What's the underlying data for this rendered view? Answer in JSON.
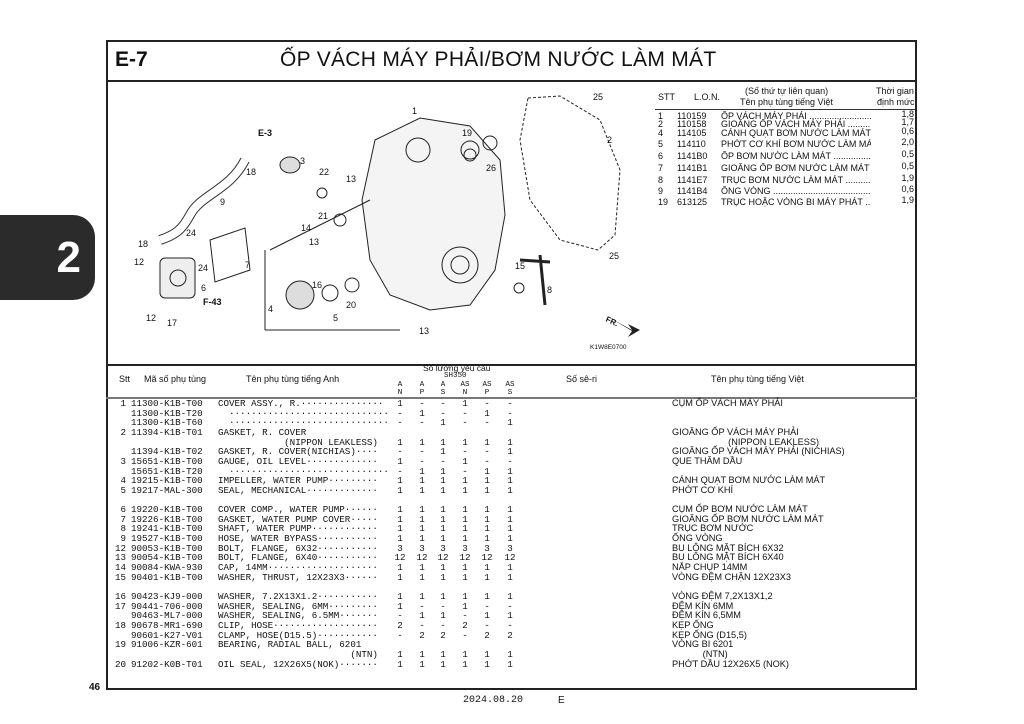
{
  "page": {
    "section_tab": "2",
    "page_number": "46",
    "footer_date": "2024.08.20",
    "footer_code": "E"
  },
  "header": {
    "code": "E-7",
    "title": "ỐP VÁCH MÁY PHẢI/BƠM NƯỚC LÀM MÁT"
  },
  "diagram": {
    "callouts": [
      "1",
      "19",
      "26",
      "25",
      "2",
      "25",
      "E-3",
      "18",
      "3",
      "22",
      "13",
      "9",
      "21",
      "14",
      "13",
      "24",
      "18",
      "24",
      "7",
      "12",
      "6",
      "F-43",
      "12",
      "17",
      "16",
      "5",
      "20",
      "4",
      "15",
      "8",
      "13",
      "FR."
    ],
    "ref_code": "K1W8E0700"
  },
  "labor_table": {
    "headers": {
      "stt": "STT",
      "lon": "L.O.N.",
      "name_line1": "(Số thứ tự liên quan)",
      "name_line2": "Tên phụ tùng tiếng Việt",
      "time_line1": "Thời gian",
      "time_line2": "định mức"
    },
    "rows": [
      {
        "stt": "1",
        "lon": "110159",
        "name": "ỐP VÁCH MÁY PHẢI",
        "time": "1,8"
      },
      {
        "stt": "2",
        "lon": "110158",
        "name": "GIOĂNG ỐP VÁCH MÁY PHẢI",
        "time": "1,7"
      },
      {
        "stt": "4",
        "lon": "114105",
        "name": "CÁNH QUẠT BƠM NƯỚC LÀM MÁT",
        "time": "0,6"
      },
      {
        "stt": "5",
        "lon": "114110",
        "name": "PHỚT CƠ KHÍ BƠM NƯỚC LÀM MÁT",
        "time": "2,0"
      },
      {
        "stt": "6",
        "lon": "1141B0",
        "name": "ỐP BƠM NƯỚC LÀM MÁT",
        "time": "0,5"
      },
      {
        "stt": "7",
        "lon": "1141B1",
        "name": "GIOĂNG ỐP BƠM NƯỚC LÀM MÁT",
        "time": "0,5"
      },
      {
        "stt": "8",
        "lon": "1141E7",
        "name": "TRỤC BƠM NƯỚC LÀM MÁT",
        "time": "1,9"
      },
      {
        "stt": "9",
        "lon": "1141B4",
        "name": "ỐNG VÒNG",
        "time": "0,6"
      },
      {
        "stt": "19",
        "lon": "613125",
        "name": "TRỤC HOẶC VÒNG BI MÁY PHÁT",
        "time": "1,9"
      }
    ]
  },
  "parts_table": {
    "headers": {
      "stt": "Stt",
      "code": "Mã số phụ tùng",
      "name_en": "Tên phụ tùng tiếng Anh",
      "qty_title": "Số lương yêu cầu",
      "model": "SH350",
      "serial": "Số sê-ri",
      "name_vn": "Tên phụ tùng tiếng Việt",
      "variants": [
        [
          "A",
          "N"
        ],
        [
          "A",
          "P"
        ],
        [
          "A",
          "S"
        ],
        [
          "AS",
          "N"
        ],
        [
          "AS",
          "P"
        ],
        [
          "AS",
          "S"
        ]
      ]
    },
    "rows": [
      {
        "stt": "1",
        "code": "11300-K1B-T00",
        "name": "COVER ASSY., R.···············",
        "qty": [
          "1",
          "-",
          "-",
          "1",
          "-",
          "-"
        ],
        "vn": "CỤM ỐP VÁCH MÁY PHẢI"
      },
      {
        "stt": "",
        "code": "11300-K1B-T20",
        "name": "  ·····························",
        "qty": [
          "-",
          "1",
          "-",
          "-",
          "1",
          "-"
        ],
        "vn": ""
      },
      {
        "stt": "",
        "code": "11300-K1B-T60",
        "name": "  ·····························",
        "qty": [
          "-",
          "-",
          "1",
          "-",
          "-",
          "1"
        ],
        "vn": ""
      },
      {
        "stt": "2",
        "code": "11394-K1B-T01",
        "name": "GASKET, R. COVER",
        "qty": [
          "",
          "",
          "",
          "",
          "",
          ""
        ],
        "vn": "GIOĂNG ỐP VÁCH MÁY PHẢI"
      },
      {
        "stt": "",
        "code": "",
        "name": "            (NIPPON LEAKLESS)",
        "qty": [
          "1",
          "1",
          "1",
          "1",
          "1",
          "1"
        ],
        "vn": "                      (NIPPON LEAKLESS)"
      },
      {
        "stt": "",
        "code": "11394-K1B-T02",
        "name": "GASKET, R. COVER(NICHIAS)····",
        "qty": [
          "-",
          "-",
          "1",
          "-",
          "-",
          "1"
        ],
        "vn": "GIOĂNG ỐP VÁCH MÁY PHẢI (NICHIAS)"
      },
      {
        "stt": "3",
        "code": "15651-K1B-T00",
        "name": "GAUGE, OIL LEVEL·············",
        "qty": [
          "1",
          "-",
          "-",
          "1",
          "-",
          "-"
        ],
        "vn": "QUE THĂM DẦU"
      },
      {
        "stt": "",
        "code": "15651-K1B-T20",
        "name": "  ·····························",
        "qty": [
          "-",
          "1",
          "1",
          "-",
          "1",
          "1"
        ],
        "vn": ""
      },
      {
        "stt": "4",
        "code": "19215-K1B-T00",
        "name": "IMPELLER, WATER PUMP·········",
        "qty": [
          "1",
          "1",
          "1",
          "1",
          "1",
          "1"
        ],
        "vn": "CÁNH QUẠT BƠM NƯỚC LÀM MÁT"
      },
      {
        "stt": "5",
        "code": "19217-MAL-300",
        "name": "SEAL, MECHANICAL·············",
        "qty": [
          "1",
          "1",
          "1",
          "1",
          "1",
          "1"
        ],
        "vn": "PHỚT CƠ KHÍ"
      },
      null,
      {
        "stt": "6",
        "code": "19220-K1B-T00",
        "name": "COVER COMP., WATER PUMP······",
        "qty": [
          "1",
          "1",
          "1",
          "1",
          "1",
          "1"
        ],
        "vn": "CỤM ỐP BƠM NƯỚC LÀM MÁT"
      },
      {
        "stt": "7",
        "code": "19226-K1B-T00",
        "name": "GASKET, WATER PUMP COVER·····",
        "qty": [
          "1",
          "1",
          "1",
          "1",
          "1",
          "1"
        ],
        "vn": "GIOĂNG ỐP BƠM NƯỚC LÀM MÁT"
      },
      {
        "stt": "8",
        "code": "19241-K1B-T00",
        "name": "SHAFT, WATER PUMP············",
        "qty": [
          "1",
          "1",
          "1",
          "1",
          "1",
          "1"
        ],
        "vn": "TRỤC BƠM NƯỚC"
      },
      {
        "stt": "9",
        "code": "19527-K1B-T00",
        "name": "HOSE, WATER BYPASS···········",
        "qty": [
          "1",
          "1",
          "1",
          "1",
          "1",
          "1"
        ],
        "vn": "ỐNG VÒNG"
      },
      {
        "stt": "12",
        "code": "90053-K1B-T00",
        "name": "BOLT, FLANGE, 6X32···········",
        "qty": [
          "3",
          "3",
          "3",
          "3",
          "3",
          "3"
        ],
        "vn": "BU LÔNG MẶT BÍCH 6X32"
      },
      {
        "stt": "13",
        "code": "90054-K1B-T00",
        "name": "BOLT, FLANGE, 6X40···········",
        "qty": [
          "12",
          "12",
          "12",
          "12",
          "12",
          "12"
        ],
        "vn": "BU LÔNG MẶT BÍCH 6X40"
      },
      {
        "stt": "14",
        "code": "90084-KWA-930",
        "name": "CAP, 14MM····················",
        "qty": [
          "1",
          "1",
          "1",
          "1",
          "1",
          "1"
        ],
        "vn": "NẮP CHỤP 14MM"
      },
      {
        "stt": "15",
        "code": "90401-K1B-T00",
        "name": "WASHER, THRUST, 12X23X3······",
        "qty": [
          "1",
          "1",
          "1",
          "1",
          "1",
          "1"
        ],
        "vn": "VÒNG ĐỆM CHẶN 12X23X3"
      },
      null,
      {
        "stt": "16",
        "code": "90423-KJ9-000",
        "name": "WASHER, 7.2X13X1.2···········",
        "qty": [
          "1",
          "1",
          "1",
          "1",
          "1",
          "1"
        ],
        "vn": "VÒNG ĐỆM 7,2X13X1,2"
      },
      {
        "stt": "17",
        "code": "90441-706-000",
        "name": "WASHER, SEALING, 6MM·········",
        "qty": [
          "1",
          "-",
          "-",
          "1",
          "-",
          "-"
        ],
        "vn": "ĐỆM KÍN 6MM"
      },
      {
        "stt": "",
        "code": "90463-ML7-000",
        "name": "WASHER, SEALING, 6.5MM·······",
        "qty": [
          "-",
          "1",
          "1",
          "-",
          "1",
          "1"
        ],
        "vn": "ĐỆM KÍN 6,5MM"
      },
      {
        "stt": "18",
        "code": "90678-MR1-690",
        "name": "CLIP, HOSE···················",
        "qty": [
          "2",
          "-",
          "-",
          "2",
          "-",
          "-"
        ],
        "vn": "KẸP ỐNG"
      },
      {
        "stt": "",
        "code": "90601-K27-V01",
        "name": "CLAMP, HOSE(D15.5)···········",
        "qty": [
          "-",
          "2",
          "2",
          "-",
          "2",
          "2"
        ],
        "vn": "KẸP ỐNG (D15,5)"
      },
      {
        "stt": "19",
        "code": "91006-KZR-601",
        "name": "BEARING, RADIAL BALL, 6201",
        "qty": [
          "",
          "",
          "",
          "",
          "",
          ""
        ],
        "vn": "VÒNG BI 6201"
      },
      {
        "stt": "",
        "code": "",
        "name": "                        (NTN)",
        "qty": [
          "1",
          "1",
          "1",
          "1",
          "1",
          "1"
        ],
        "vn": "            (NTN)"
      },
      {
        "stt": "20",
        "code": "91202-K0B-T01",
        "name": "OIL SEAL, 12X26X5(NOK)·······",
        "qty": [
          "1",
          "1",
          "1",
          "1",
          "1",
          "1"
        ],
        "vn": "PHỚT DẦU 12X26X5 (NOK)"
      }
    ]
  }
}
